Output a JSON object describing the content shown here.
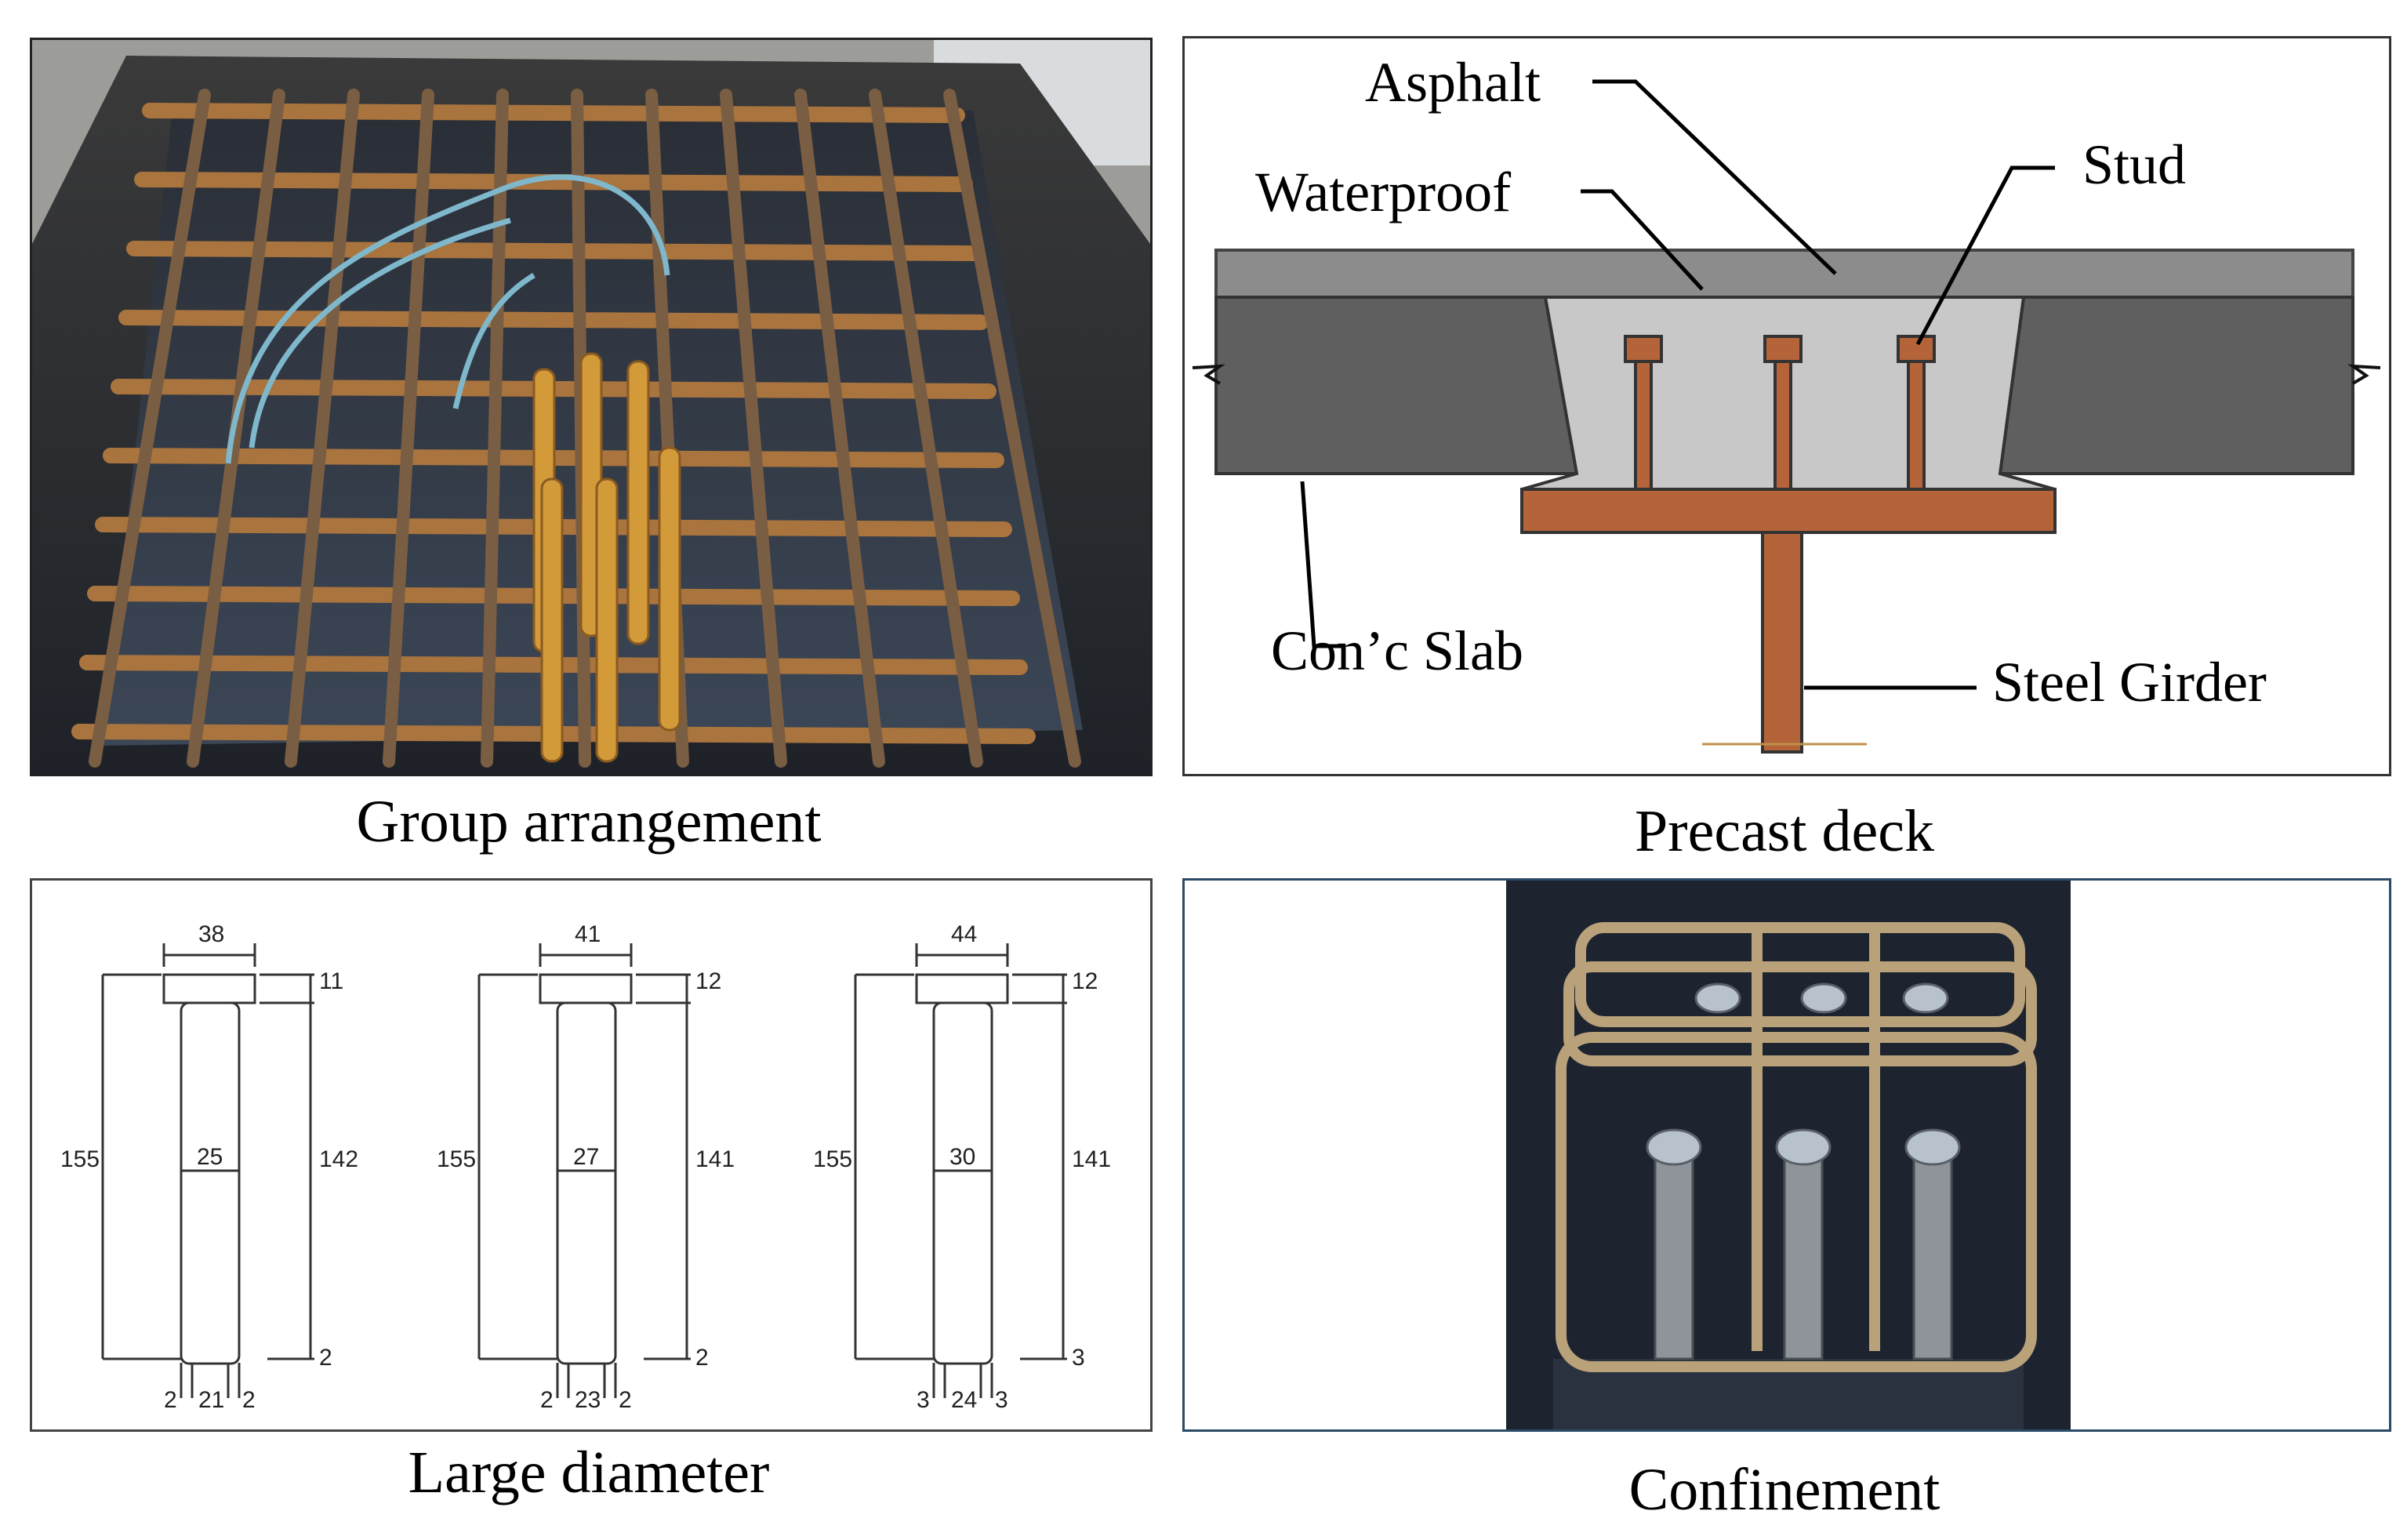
{
  "panels": {
    "group": {
      "caption": "Group arrangement"
    },
    "precast": {
      "caption": "Precast deck",
      "labels": {
        "asphalt": "Asphalt",
        "waterproof": "Waterproof",
        "stud": "Stud",
        "slab": "Con’c Slab",
        "girder": "Steel Girder"
      }
    },
    "large": {
      "caption": "Large diameter",
      "studs": [
        {
          "head_width": "38",
          "head_height": "11",
          "total": "155",
          "shank_len": "142",
          "shank_dia": "25",
          "weld": "2",
          "bottom": [
            "2",
            "21",
            "2"
          ]
        },
        {
          "head_width": "41",
          "head_height": "12",
          "total": "155",
          "shank_len": "141",
          "shank_dia": "27",
          "weld": "2",
          "bottom": [
            "2",
            "23",
            "2"
          ]
        },
        {
          "head_width": "44",
          "head_height": "12",
          "total": "155",
          "shank_len": "141",
          "shank_dia": "30",
          "weld": "3",
          "bottom": [
            "3",
            "24",
            "3"
          ]
        }
      ]
    },
    "confinement": {
      "caption": "Confinement"
    }
  },
  "colors": {
    "steel": "#b5643a",
    "slab": "#5f5f5f",
    "asphalt": "#8c8c8c",
    "joint": "#c8c8c8",
    "rebar": "#9a6a3a",
    "frame": "#2b2b2b"
  }
}
